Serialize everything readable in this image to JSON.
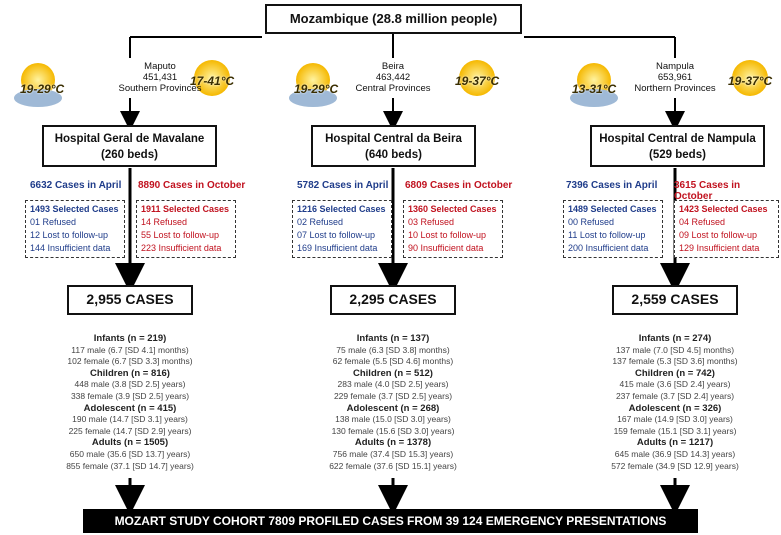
{
  "title": "Mozambique (28.8 million people)",
  "sites": [
    {
      "city": "Maputo",
      "population": "451,431",
      "province": "Southern Provinces",
      "temp_april": "19-29°C",
      "temp_october": "17-41°C",
      "hospital": "Hospital Geral de Mavalane",
      "beds": "(260 beds)",
      "april": {
        "cases": "6632",
        "label": "Cases in April",
        "selected": "1493 Selected Cases",
        "refused": "01 Refused",
        "lost": "12 Lost to follow-up",
        "insufficient": "144 Insufficient data"
      },
      "october": {
        "cases": "8890",
        "label": "Cases in October",
        "selected": "1911 Selected Cases",
        "refused": "14 Refused",
        "lost": "55 Lost to follow-up",
        "insufficient": "223 Insufficient data"
      },
      "total": "2,955 CASES",
      "infants": "Infants (n = 219)",
      "infants_m": "117 male (6.7 [SD 4.1] months)",
      "infants_f": "102 female (6.7 [SD 3.3] months)",
      "children": "Children (n = 816)",
      "children_m": "448 male (3.8 [SD 2.5] years)",
      "children_f": "338 female (3.9 [SD 2.5] years)",
      "adolescent": "Adolescent (n = 415)",
      "adolescent_m": "190 male (14.7 [SD 3.1] years)",
      "adolescent_f": "225 female (14.7 [SD 2.9] years)",
      "adults": "Adults (n = 1505)",
      "adults_m": "650 male (35.6 [SD 13.7] years)",
      "adults_f": "855 female (37.1 [SD 14.7] years)"
    },
    {
      "city": "Beira",
      "population": "463,442",
      "province": "Central Provinces",
      "temp_april": "19-29°C",
      "temp_october": "19-37°C",
      "hospital": "Hospital Central da Beira",
      "beds": "(640 beds)",
      "april": {
        "cases": "5782",
        "label": "Cases in April",
        "selected": "1216 Selected Cases",
        "refused": "02 Refused",
        "lost": "07 Lost to follow-up",
        "insufficient": "169 Insufficient data"
      },
      "october": {
        "cases": "6809",
        "label": "Cases in October",
        "selected": "1360 Selected Cases",
        "refused": "03 Refused",
        "lost": "10 Lost to follow-up",
        "insufficient": "90 Insufficient data"
      },
      "total": "2,295 CASES",
      "infants": "Infants (n = 137)",
      "infants_m": "75 male (6.3 [SD 3.8] months)",
      "infants_f": "62 female (5.5 [SD 4.6] months)",
      "children": "Children (n = 512)",
      "children_m": "283 male (4.0 [SD 2.5] years)",
      "children_f": "229 female (3.7 [SD 2.5] years)",
      "adolescent": "Adolescent (n = 268)",
      "adolescent_m": "138 male (15.0 [SD 3.0] years)",
      "adolescent_f": "130 female (15.6 [SD 3.0] years)",
      "adults": "Adults (n = 1378)",
      "adults_m": "756 male (37.4 [SD 15.3] years)",
      "adults_f": "622 female (37.6 [SD 15.1] years)"
    },
    {
      "city": "Nampula",
      "population": "653,961",
      "province": "Northern Provinces",
      "temp_april": "13-31°C",
      "temp_october": "19-37°C",
      "hospital": "Hospital Central de Nampula",
      "beds": "(529 beds)",
      "april": {
        "cases": "7396",
        "label": "Cases in April",
        "selected": "1489 Selected Cases",
        "refused": "00 Refused",
        "lost": "11 Lost to follow-up",
        "insufficient": "200 Insufficient data"
      },
      "october": {
        "cases": "3615",
        "label": "Cases in October",
        "selected": "1423 Selected Cases",
        "refused": "04 Refused",
        "lost": "09 Lost to follow-up",
        "insufficient": "129 Insufficient data"
      },
      "total": "2,559 CASES",
      "infants": "Infants (n = 274)",
      "infants_m": "137 male (7.0 [SD 4.5] months)",
      "infants_f": "137 female (5.3 [SD 3.6] months)",
      "children": "Children (n = 742)",
      "children_m": "415 male (3.6 [SD 2.4] years)",
      "children_f": "237 female (3.7 [SD 2.4] years)",
      "adolescent": "Adolescent (n = 326)",
      "adolescent_m": "167 male (14.9 [SD 3.0] years)",
      "adolescent_f": "159 female (15.1 [SD 3.1] years)",
      "adults": "Adults (n = 1217)",
      "adults_m": "645 male (36.9 [SD 14.3] years)",
      "adults_f": "572 female (34.9 [SD 12.9] years)"
    }
  ],
  "banner": "MOZART STUDY COHORT 7809 PROFILED CASES FROM 39 124 EMERGENCY PRESENTATIONS",
  "colors": {
    "april_text": "#1f3c8a",
    "october_text": "#c1121f",
    "sun": "#f5b800",
    "cloud": "#9fb9d6"
  }
}
